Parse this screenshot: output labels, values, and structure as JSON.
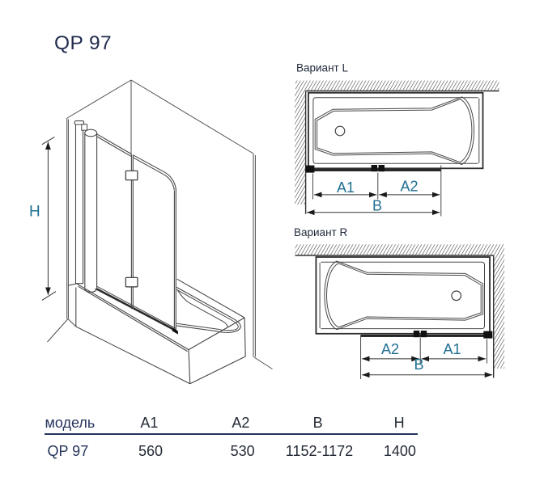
{
  "title": "QP 97",
  "drawing_3d": {
    "name": "bath-screen-3d-projection",
    "height_label": "H"
  },
  "variant_l": {
    "label": "Вариант L",
    "dim_a1": "A1",
    "dim_a2": "A2",
    "dim_b": "B"
  },
  "variant_r": {
    "label": "Вариант R",
    "dim_a1": "A1",
    "dim_a2": "A2",
    "dim_b": "B"
  },
  "table": {
    "headers": [
      "модель",
      "A1",
      "A2",
      "B",
      "H"
    ],
    "rows": [
      [
        "QP 97",
        "560",
        "530",
        "1152-1172",
        "1400"
      ]
    ]
  },
  "colors": {
    "accent_teal": "#1e6f91",
    "navy": "#23345e",
    "line_gray": "#4f4f4f",
    "line_dark": "#2d2d2d"
  }
}
